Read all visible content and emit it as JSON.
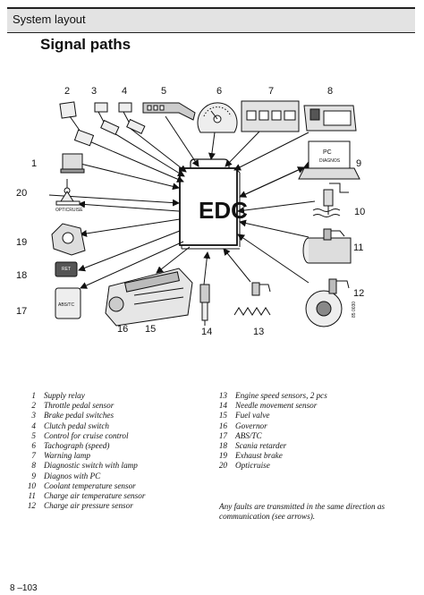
{
  "header": {
    "title": "System layout"
  },
  "heading": "Signal paths",
  "diagram": {
    "center_label": "EDC",
    "component_numbers": [
      "1",
      "2",
      "3",
      "4",
      "5",
      "6",
      "7",
      "8",
      "9",
      "10",
      "11",
      "12",
      "13",
      "14",
      "15",
      "16",
      "17",
      "18",
      "19",
      "20"
    ],
    "pc_screen_text": "PC",
    "pc_screen_subtext": "DIAGNOS",
    "opticruise_label": "OPTICRUISE",
    "ret_label": "RET",
    "abs_label": "ABS/TC",
    "side_code": "85 0030"
  },
  "legend_left": [
    {
      "num": "1",
      "text": "Supply relay"
    },
    {
      "num": "2",
      "text": "Throttle pedal sensor"
    },
    {
      "num": "3",
      "text": "Brake pedal switches"
    },
    {
      "num": "4",
      "text": "Clutch pedal switch"
    },
    {
      "num": "5",
      "text": "Control for cruise control"
    },
    {
      "num": "6",
      "text": "Tachograph (speed)"
    },
    {
      "num": "7",
      "text": "Warning lamp"
    },
    {
      "num": "8",
      "text": "Diagnostic switch with lamp"
    },
    {
      "num": "9",
      "text": "Diagnos with PC"
    },
    {
      "num": "10",
      "text": "Coolant temperature sensor"
    },
    {
      "num": "11",
      "text": "Charge air temperature sensor"
    },
    {
      "num": "12",
      "text": "Charge air pressure sensor"
    }
  ],
  "legend_right": [
    {
      "num": "13",
      "text": "Engine speed sensors, 2 pcs"
    },
    {
      "num": "14",
      "text": "Needle movement sensor"
    },
    {
      "num": "15",
      "text": "Fuel valve"
    },
    {
      "num": "16",
      "text": "Governor"
    },
    {
      "num": "17",
      "text": "ABS/TC"
    },
    {
      "num": "18",
      "text": "Scania retarder"
    },
    {
      "num": "19",
      "text": "Exhaust brake"
    },
    {
      "num": "20",
      "text": "Opticruise"
    }
  ],
  "note": "Any faults are transmitted in the same direction as communication (see arrows).",
  "page_number": "8 –103"
}
